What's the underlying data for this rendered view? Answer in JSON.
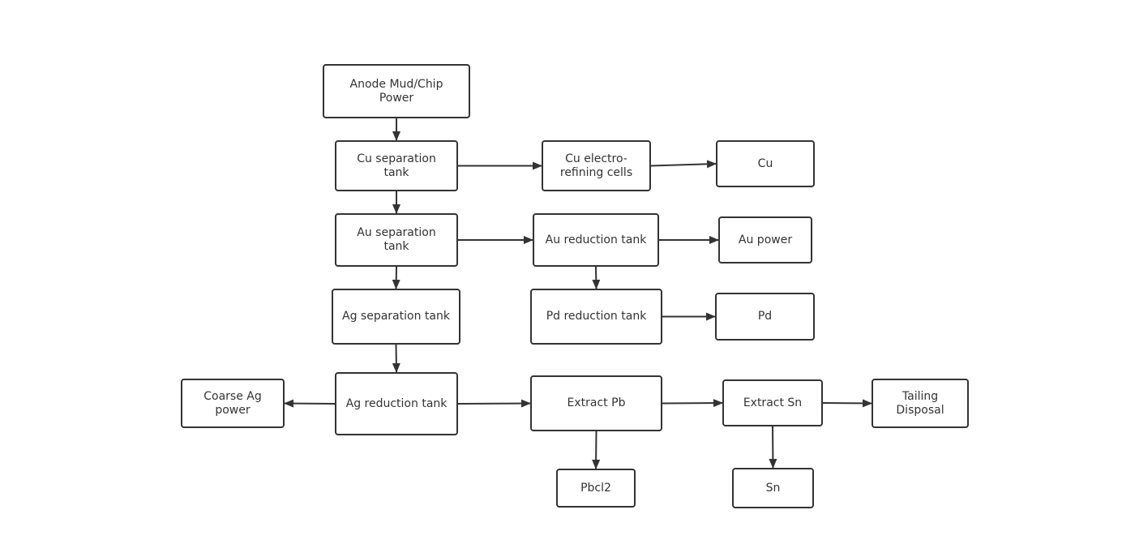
{
  "diagram": {
    "stroke_color": "#333333",
    "nodes": {
      "anode": "Anode Mud/Chip\nPower",
      "cu_sep": "Cu separation\ntank",
      "cu_cells": "Cu electro-\nrefining cells",
      "cu": "Cu",
      "au_sep": "Au separation\ntank",
      "au_red": "Au reduction tank",
      "au_power": "Au power",
      "ag_sep": "Ag separation tank",
      "pd_red": "Pd reduction tank",
      "pd": "Pd",
      "ag_red": "Ag reduction tank",
      "coarse_ag": "Coarse Ag\npower",
      "extract_pb": "Extract Pb",
      "extract_sn": "Extract Sn",
      "tailing": "Tailing\nDisposal",
      "pbcl2": "Pbcl2",
      "sn": "Sn"
    },
    "edges": [
      {
        "from": "anode",
        "to": "cu_sep"
      },
      {
        "from": "cu_sep",
        "to": "cu_cells"
      },
      {
        "from": "cu_cells",
        "to": "cu"
      },
      {
        "from": "cu_sep",
        "to": "au_sep"
      },
      {
        "from": "au_sep",
        "to": "au_red"
      },
      {
        "from": "au_red",
        "to": "au_power"
      },
      {
        "from": "au_sep",
        "to": "ag_sep"
      },
      {
        "from": "au_red",
        "to": "pd_red"
      },
      {
        "from": "pd_red",
        "to": "pd"
      },
      {
        "from": "ag_sep",
        "to": "ag_red"
      },
      {
        "from": "ag_red",
        "to": "coarse_ag"
      },
      {
        "from": "ag_red",
        "to": "extract_pb"
      },
      {
        "from": "extract_pb",
        "to": "extract_sn"
      },
      {
        "from": "extract_sn",
        "to": "tailing"
      },
      {
        "from": "extract_pb",
        "to": "pbcl2"
      },
      {
        "from": "extract_sn",
        "to": "sn"
      }
    ]
  }
}
